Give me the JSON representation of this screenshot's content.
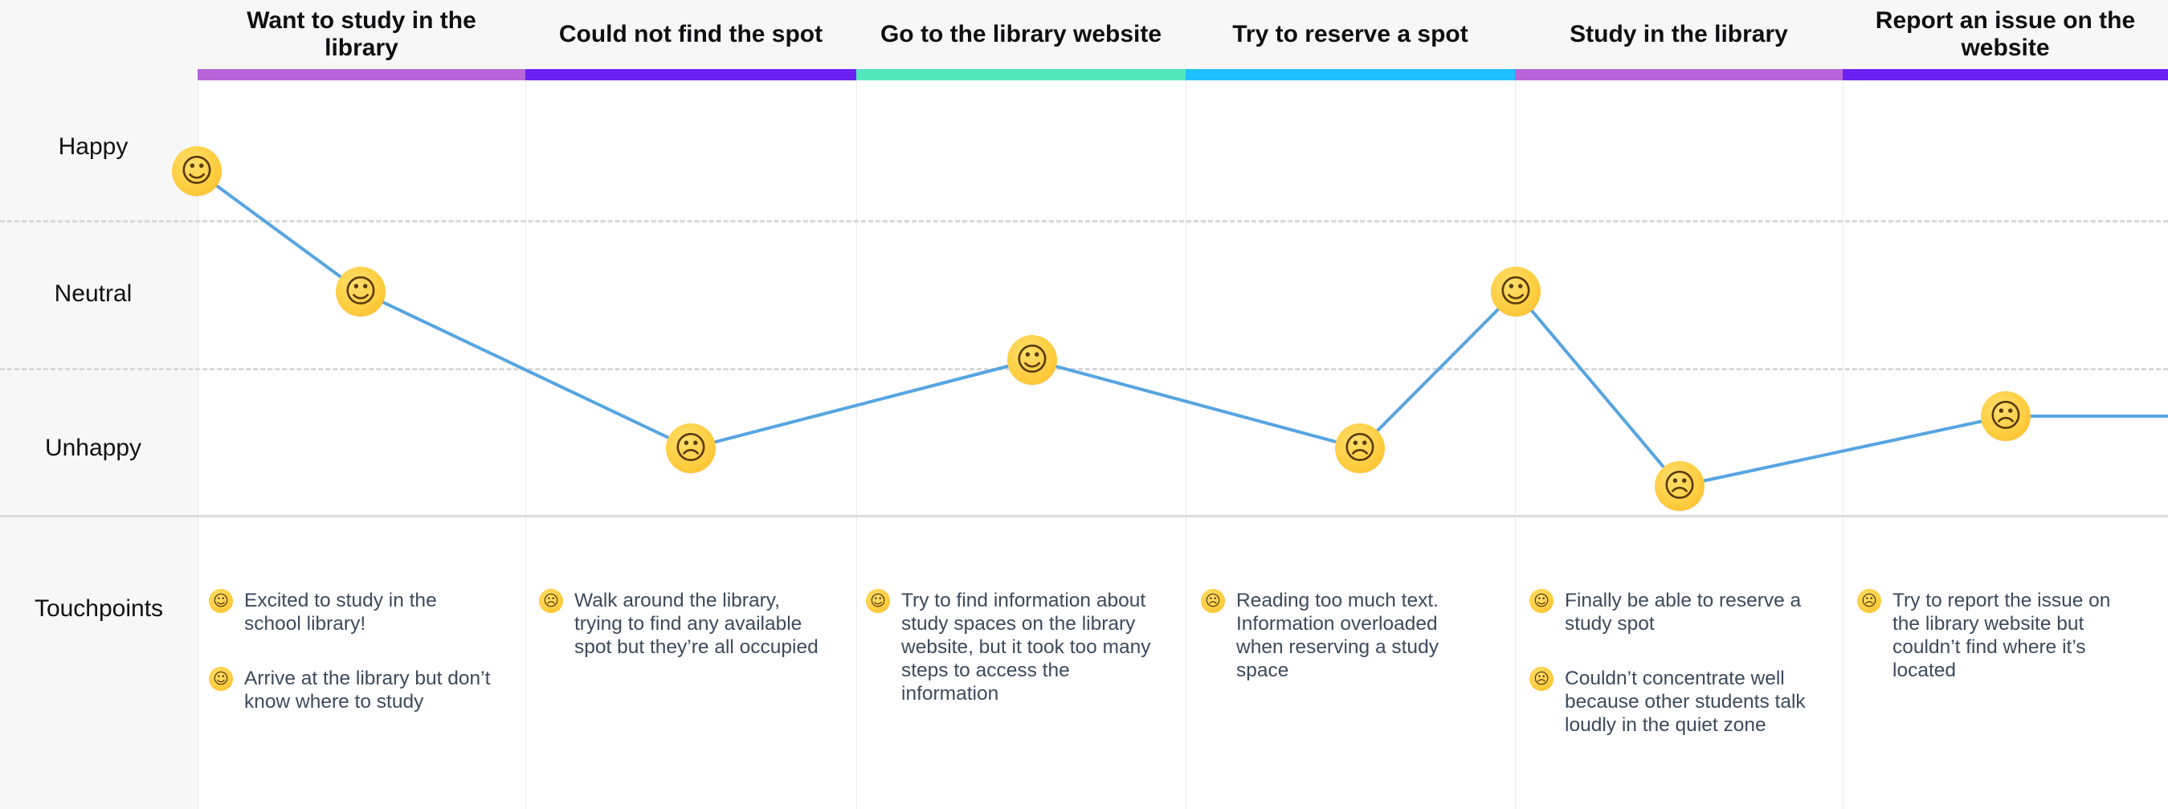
{
  "stages": [
    {
      "title": "Want to study in the library",
      "color": "#b765db"
    },
    {
      "title": "Could not find the spot",
      "color": "#6b22f0"
    },
    {
      "title": "Go to the library website",
      "color": "#52e6bd"
    },
    {
      "title": "Try to reserve a spot",
      "color": "#20bfff"
    },
    {
      "title": "Study in the library",
      "color": "#b765db"
    },
    {
      "title": "Report an issue on the website",
      "color": "#6b22f0"
    }
  ],
  "row_labels": {
    "happy": "Happy",
    "neutral": "Neutral",
    "unhappy": "Unhappy",
    "touchpoints": "Touchpoints"
  },
  "journey": {
    "line_color": "#56a5e0",
    "points": [
      {
        "id": "star-struck",
        "icon": "star-struck-face-icon",
        "glyph": "☺",
        "mood": "happy"
      },
      {
        "id": "thinking",
        "icon": "thinking-face-icon",
        "glyph": "☺",
        "mood": "neutral"
      },
      {
        "id": "confused",
        "icon": "confused-face-icon",
        "glyph": "☹",
        "mood": "unhappy"
      },
      {
        "id": "mind-blown",
        "icon": "exploding-head-face-icon",
        "glyph": "☺",
        "mood": "neutral-low"
      },
      {
        "id": "dizzy",
        "icon": "dizzy-face-icon",
        "glyph": "☹",
        "mood": "unhappy"
      },
      {
        "id": "relieved",
        "icon": "relieved-face-icon",
        "glyph": "☺",
        "mood": "neutral"
      },
      {
        "id": "frowning",
        "icon": "frowning-face-icon",
        "glyph": "☹",
        "mood": "unhappy-low"
      },
      {
        "id": "persevering",
        "icon": "persevering-face-icon",
        "glyph": "☹",
        "mood": "unhappy-high"
      }
    ]
  },
  "touchpoints": [
    {
      "icon": "star-struck-face-icon",
      "glyph": "☺",
      "text": "Excited to study in the school library!"
    },
    {
      "icon": "thinking-face-icon",
      "glyph": "☺",
      "text": "Arrive at the library but don’t know where to study"
    },
    {
      "icon": "confused-face-icon",
      "glyph": "☹",
      "text": "Walk around the library, trying to find any available spot but they’re all occupied"
    },
    {
      "icon": "exploding-head-face-icon",
      "glyph": "☺",
      "text": "Try to find information about study spaces on the library website, but it took too many steps to access the information"
    },
    {
      "icon": "dizzy-face-icon",
      "glyph": "☹",
      "text": "Reading too much text. Information overloaded when reserving a study space"
    },
    {
      "icon": "relieved-face-icon",
      "glyph": "☺",
      "text": "Finally be able to reserve a study spot"
    },
    {
      "icon": "frowning-face-icon",
      "glyph": "☹",
      "text": "Couldn’t concentrate well because other students talk loudly in the quiet zone"
    },
    {
      "icon": "persevering-face-icon",
      "glyph": "☹",
      "text": "Try to report the issue on the library website but couldn’t find where it’s located"
    }
  ]
}
